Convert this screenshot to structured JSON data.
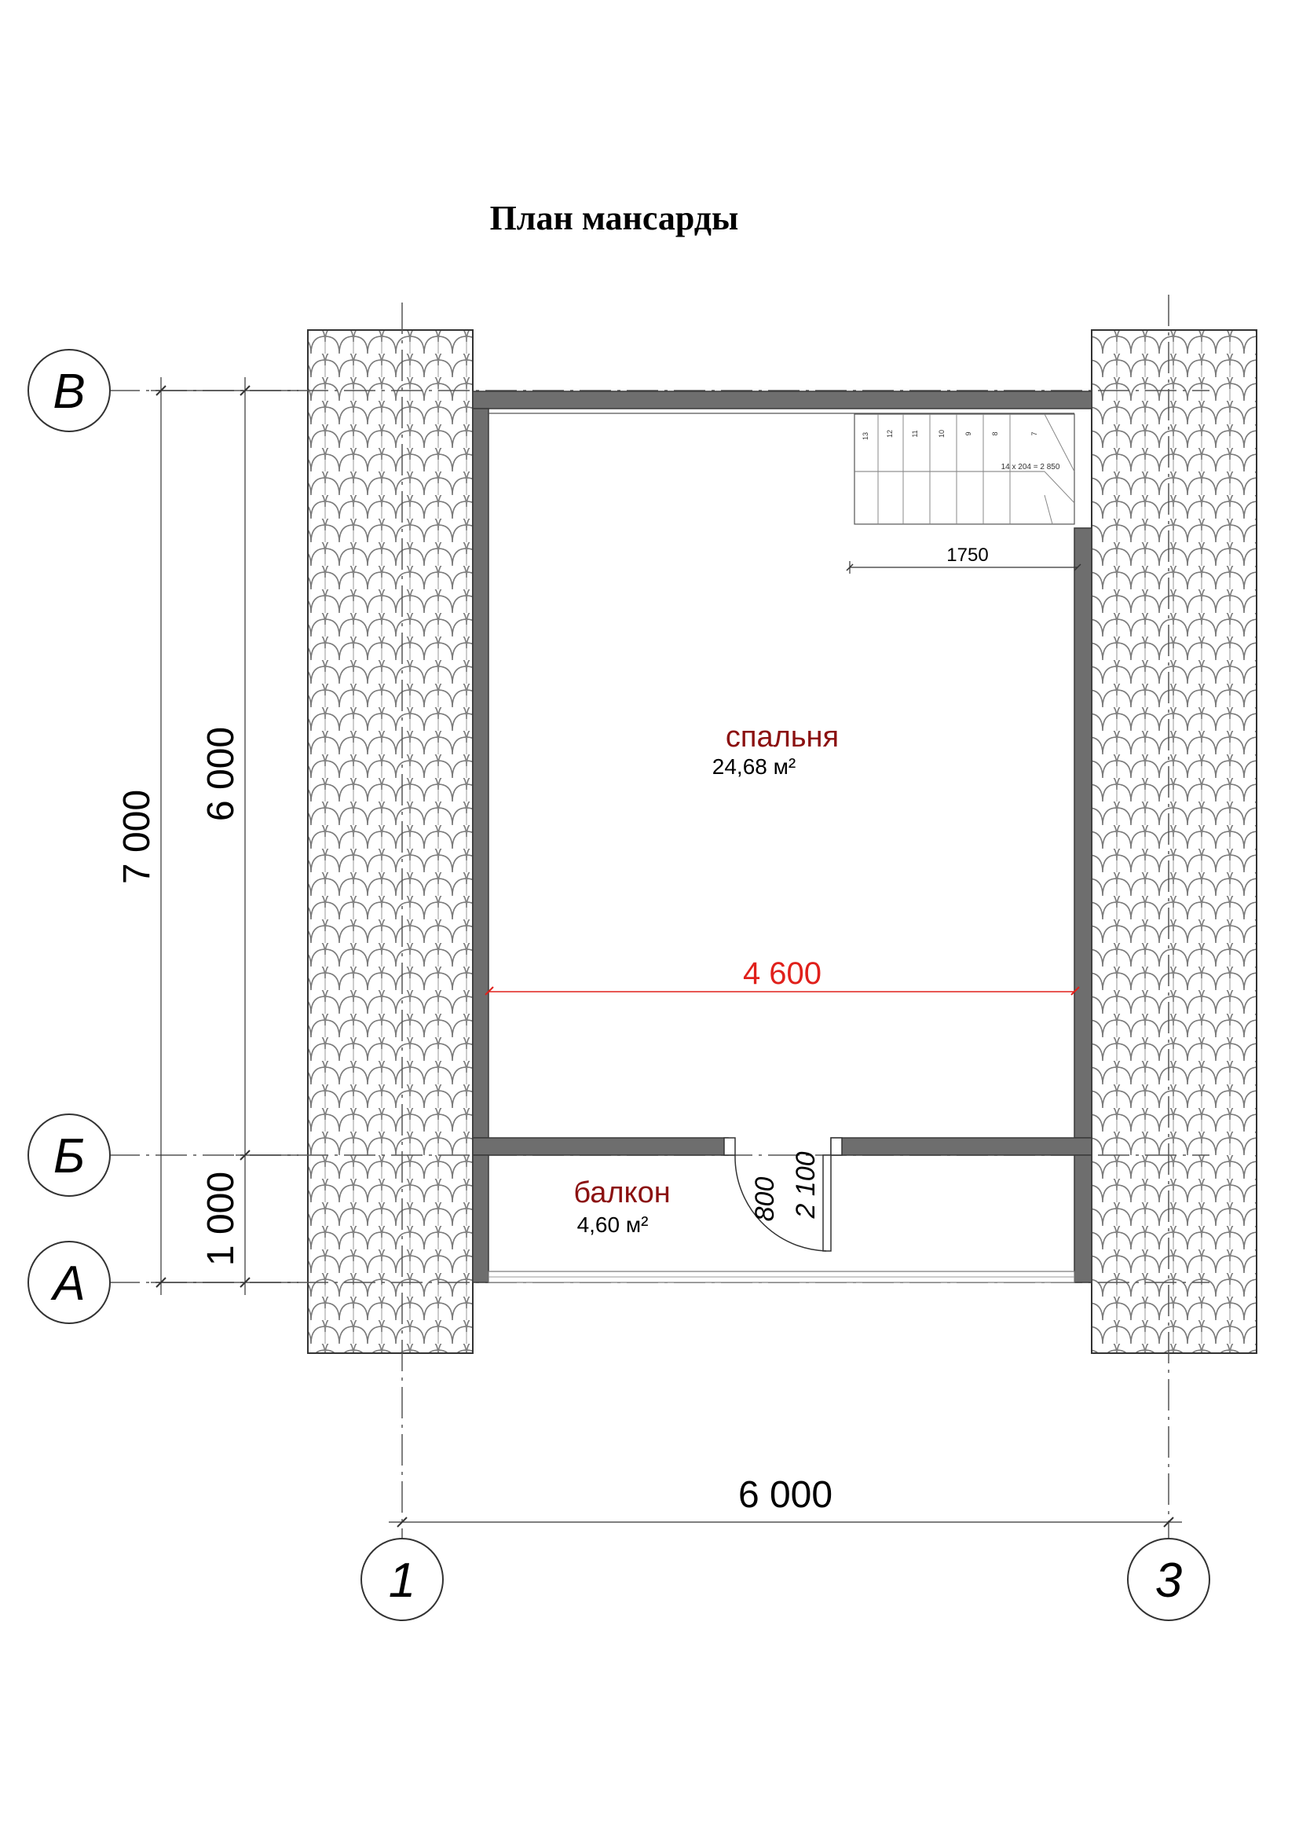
{
  "title": "План мансарды",
  "grid": {
    "rows": [
      {
        "label": "В"
      },
      {
        "label": "Б"
      },
      {
        "label": "А"
      }
    ],
    "columns": [
      {
        "label": "1"
      },
      {
        "label": "3"
      }
    ]
  },
  "dimensions": {
    "overall_height": "7 000",
    "main_height": "6 000",
    "balcony_depth": "1 000",
    "overall_width": "6 000",
    "inner_width": "4 600",
    "stair_opening": "1750",
    "door_width": "800",
    "door_height": "2 100"
  },
  "rooms": [
    {
      "name": "спальня",
      "area": "24,68 м²"
    },
    {
      "name": "балкон",
      "area": "4,60 м²"
    }
  ],
  "stair": {
    "steps": [
      "13",
      "12",
      "11",
      "10",
      "9",
      "8",
      "7"
    ],
    "note": "14 x 204 = 2 850"
  },
  "colors": {
    "wall": "#6e6e6e",
    "dimension_accent": "#e0201b",
    "room_label": "#8b1010",
    "roof_tile": "#7a7a7a"
  }
}
